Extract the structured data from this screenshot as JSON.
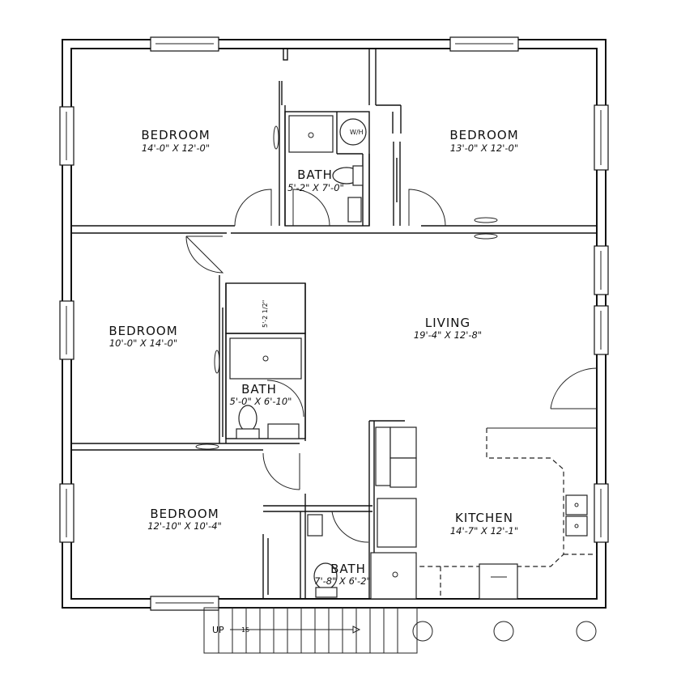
{
  "rooms": {
    "bedroom_nw": {
      "name": "BEDROOM",
      "dims": "14'-0\" X 12'-0\""
    },
    "bedroom_ne": {
      "name": "BEDROOM",
      "dims": "13'-0\" X 12'-0\""
    },
    "bath_top": {
      "name": "BATH",
      "dims": "5'-2\" X 7'-0\"",
      "closet_label": "W/H"
    },
    "bedroom_w": {
      "name": "BEDROOM",
      "dims": "10'-0\" X 14'-0\""
    },
    "bath_mid": {
      "name": "BATH",
      "dims": "5'-0\" X 6'-10\"",
      "closet_dim": "5'-2 1/2\""
    },
    "living": {
      "name": "LIVING",
      "dims": "19'-4\" X 12'-8\""
    },
    "bedroom_sw": {
      "name": "BEDROOM",
      "dims": "12'-10\" X 10'-4\""
    },
    "kitchen": {
      "name": "KITCHEN",
      "dims": "14'-7\" X 12'-1\""
    },
    "bath_bottom": {
      "name": "BATH",
      "dims": "7'-8\" X 6'-2\""
    }
  },
  "stairs": {
    "label": "UP",
    "riser_count": 15,
    "riser_count_label": "15"
  },
  "porch": {
    "post_count": 3
  },
  "colors": {
    "line": "#111111",
    "background": "#ffffff"
  }
}
